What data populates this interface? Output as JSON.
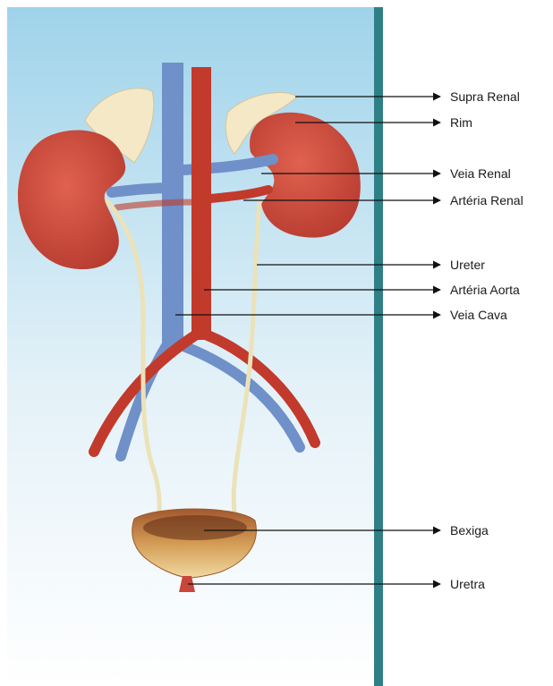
{
  "labels": [
    {
      "id": "supra-renal",
      "text": "Supra Renal"
    },
    {
      "id": "rim",
      "text": "Rim"
    },
    {
      "id": "veia-renal",
      "text": "Veia Renal"
    },
    {
      "id": "arteria-renal",
      "text": "Artéria Renal"
    },
    {
      "id": "ureter",
      "text": "Ureter"
    },
    {
      "id": "arteria-aorta",
      "text": "Artéria Aorta"
    },
    {
      "id": "veia-cava",
      "text": "Veia Cava"
    },
    {
      "id": "bexiga",
      "text": "Bexiga"
    },
    {
      "id": "uretra",
      "text": "Uretra"
    }
  ],
  "colors": {
    "panel_top": "#9fd3ea",
    "panel_bottom": "#ffffff",
    "side_bar": "#2f7f86",
    "artery": "#c23a2c",
    "vein": "#6f90c8",
    "kidney": "#c8463a",
    "adrenal": "#f4e8c6",
    "ureter": "#ece2b8",
    "bladder": "#c9924a"
  }
}
